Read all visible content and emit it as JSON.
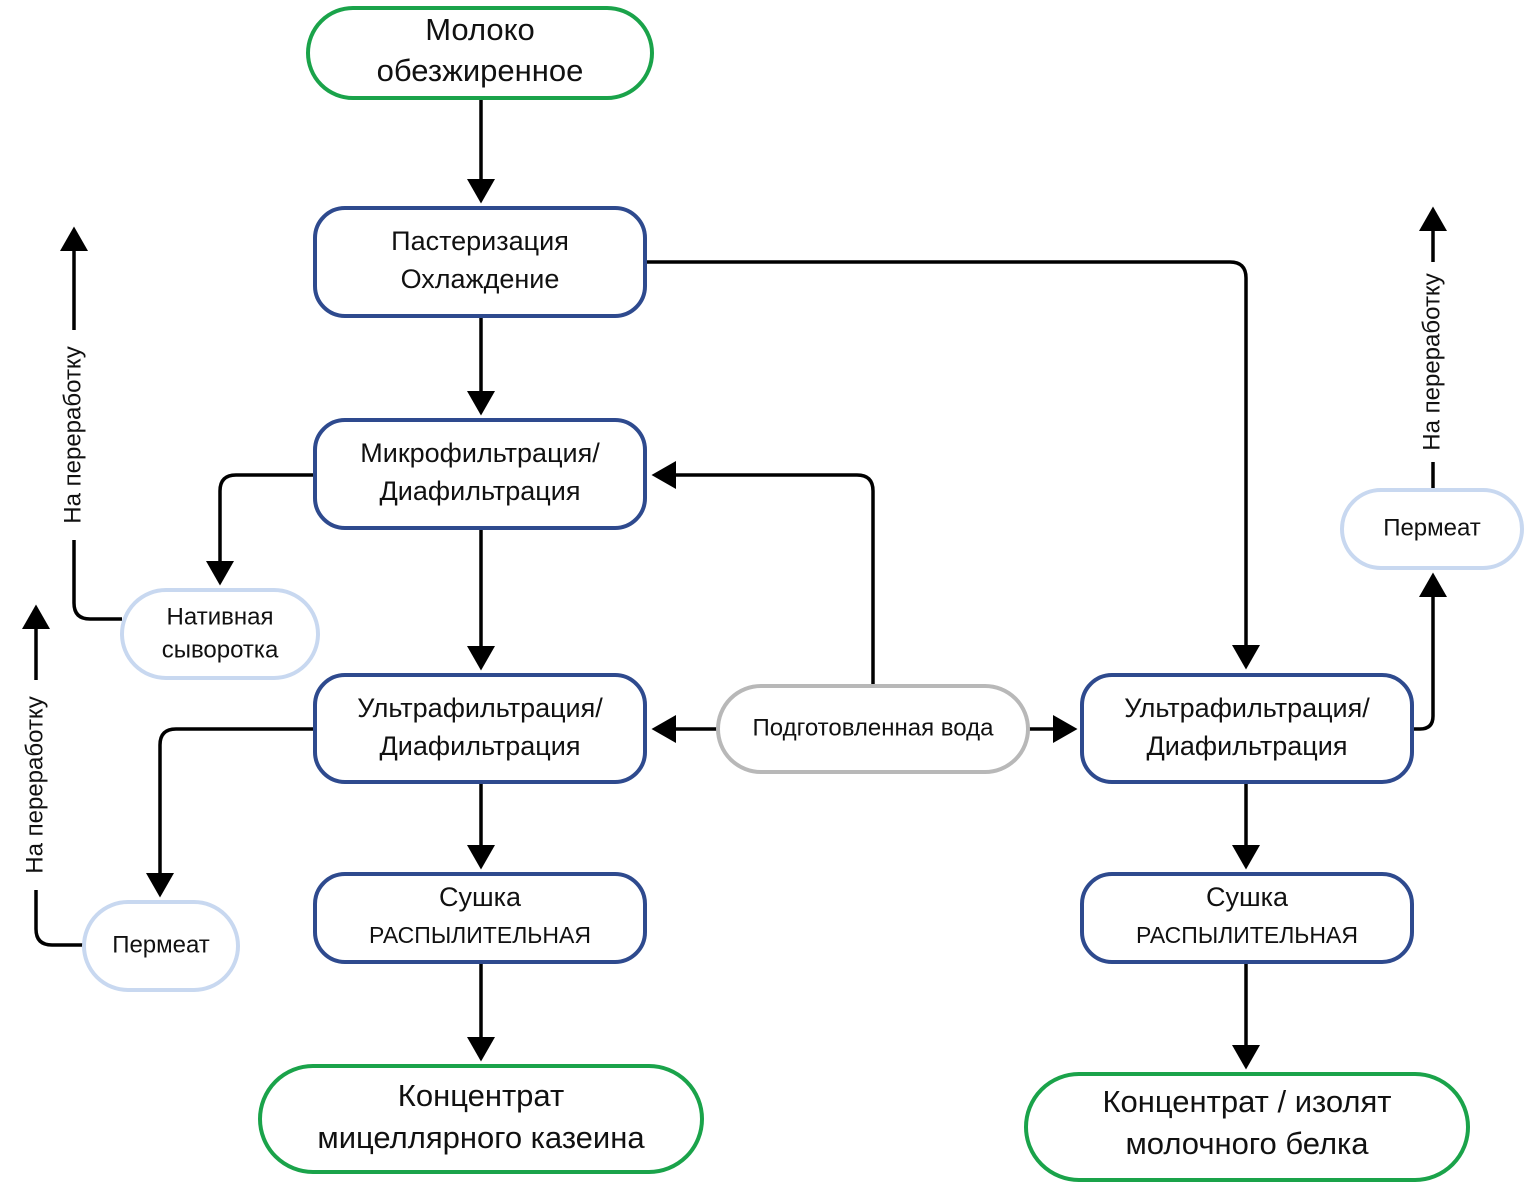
{
  "title": "Схема получения концентрата мицеллярного казеина и концентрата/изолята молочного белка",
  "colors": {
    "terminal_border": "#1aa34a",
    "process_border": "#2e4a8e",
    "byproduct_border": "#c8d8f0",
    "water_border": "#b8b8b8",
    "edge": "#000000"
  },
  "nodes": {
    "milk": {
      "line1": "Молоко",
      "line2": "обезжиренное"
    },
    "pasteurization": {
      "line1": "Пастеризация",
      "line2": "Охлаждение"
    },
    "microfiltration": {
      "line1": "Микрофильтрация/",
      "line2": "Диафильтрация"
    },
    "native_whey": {
      "line1": "Нативная",
      "line2": "сыворотка"
    },
    "uf_left": {
      "line1": "Ультрафильтрация/",
      "line2": "Диафильтрация"
    },
    "water": {
      "label": "Подготовленная вода"
    },
    "uf_right": {
      "line1": "Ультрафильтрация/",
      "line2": "Диафильтрация"
    },
    "permeate_left": {
      "label": "Пермеат"
    },
    "permeate_right": {
      "label": "Пермеат"
    },
    "drying_left": {
      "line1": "Сушка",
      "line2": "распылительная"
    },
    "drying_right": {
      "line1": "Сушка",
      "line2": "распылительная"
    },
    "casein": {
      "line1": "Концентрат",
      "line2": "мицеллярного казеина"
    },
    "protein": {
      "line1": "Концентрат / изолят",
      "line2": "молочного белка"
    }
  },
  "edge_labels": {
    "to_processing_1": "На переработку",
    "to_processing_2": "На переработку",
    "to_processing_3": "На переработку"
  }
}
